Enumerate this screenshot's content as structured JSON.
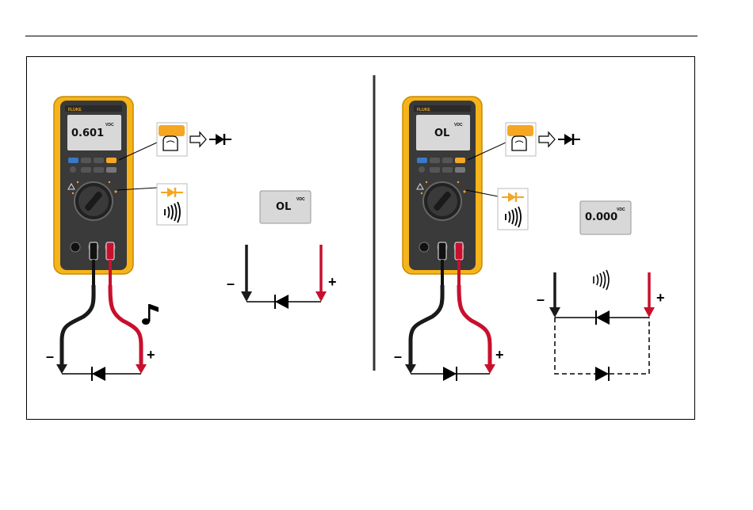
{
  "left_panel": {
    "meter": {
      "brand": "FLUKE",
      "reading": "0.601",
      "unit": "VDC"
    },
    "isolated_display": {
      "reading": "OL",
      "unit": "VDC"
    },
    "probe_labels": {
      "negative": "–",
      "positive": "+"
    },
    "diagram_labels": {
      "negative": "–",
      "positive": "+"
    }
  },
  "right_panel": {
    "meter": {
      "brand": "FLUKE",
      "reading": "OL",
      "unit": "VDC"
    },
    "isolated_display": {
      "reading": "0.000",
      "unit": "VDC"
    },
    "probe_labels": {
      "negative": "–",
      "positive": "+"
    },
    "diagram_labels": {
      "negative": "–",
      "positive": "+"
    }
  },
  "colors": {
    "meter_yellow": "#f6b41a",
    "meter_body": "#3a3a3a",
    "lcd": "#d8d8d8",
    "accent_orange": "#f5a623",
    "probe_red": "#c8102e",
    "probe_black": "#1a1a1a"
  },
  "icons": [
    "button-press-icon",
    "arrow-icon",
    "diode-icon",
    "beep-icon",
    "music-note-icon"
  ]
}
